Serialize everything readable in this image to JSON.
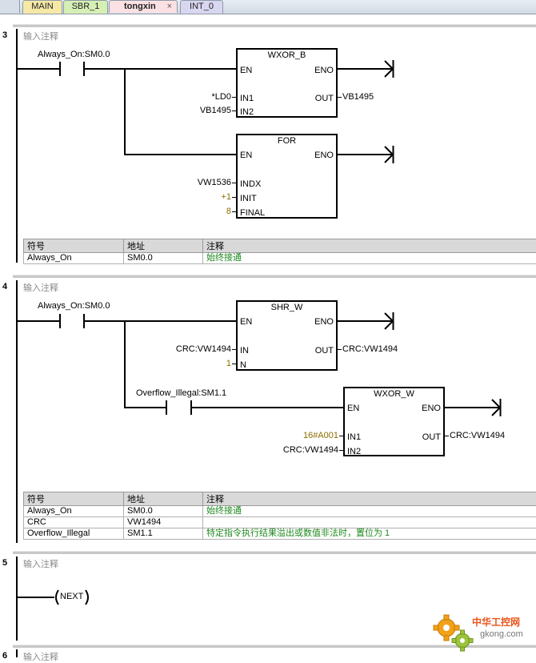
{
  "tabs": [
    {
      "label": "MAIN"
    },
    {
      "label": "SBR_1"
    },
    {
      "label": "tongxin",
      "close": "×"
    },
    {
      "label": "INT_0"
    }
  ],
  "rung_comment": "输入注释",
  "rungs": {
    "r3": {
      "number": "3",
      "contact_label": "Always_On:SM0.0",
      "wxor": {
        "title": "WXOR_B",
        "en": "EN",
        "eno": "ENO",
        "in1": "IN1",
        "in2": "IN2",
        "out": "OUT",
        "in1_operand": "*LD0",
        "in2_operand": "VB1495",
        "out_operand": "VB1495"
      },
      "for": {
        "title": "FOR",
        "en": "EN",
        "eno": "ENO",
        "indx": "INDX",
        "init": "INIT",
        "final": "FINAL",
        "indx_operand": "VW1536",
        "init_operand": "+1",
        "final_operand": "8"
      },
      "table": {
        "headers": [
          "符号",
          "地址",
          "注释"
        ],
        "rows": [
          [
            "Always_On",
            "SM0.0",
            "始终接通"
          ]
        ]
      }
    },
    "r4": {
      "number": "4",
      "contact1_label": "Always_On:SM0.0",
      "contact2_label": "Overflow_Illegal:SM1.1",
      "shr": {
        "title": "SHR_W",
        "en": "EN",
        "eno": "ENO",
        "in": "IN",
        "n": "N",
        "out": "OUT",
        "in_operand": "CRC:VW1494",
        "n_operand": "1",
        "out_operand": "CRC:VW1494"
      },
      "wxor": {
        "title": "WXOR_W",
        "en": "EN",
        "eno": "ENO",
        "in1": "IN1",
        "in2": "IN2",
        "out": "OUT",
        "in1_operand": "16#A001",
        "in2_operand": "CRC:VW1494",
        "out_operand": "CRC:VW1494"
      },
      "table": {
        "headers": [
          "符号",
          "地址",
          "注释"
        ],
        "rows": [
          [
            "Always_On",
            "SM0.0",
            "始终接通"
          ],
          [
            "CRC",
            "VW1494",
            ""
          ],
          [
            "Overflow_Illegal",
            "SM1.1",
            "特定指令执行结果溢出或数值非法时，置位为 1"
          ]
        ]
      }
    },
    "r5": {
      "number": "5",
      "coil": "NEXT"
    },
    "r6": {
      "number": "6"
    }
  },
  "watermark": {
    "brand": "中华工控网",
    "site": "gkong.com"
  }
}
